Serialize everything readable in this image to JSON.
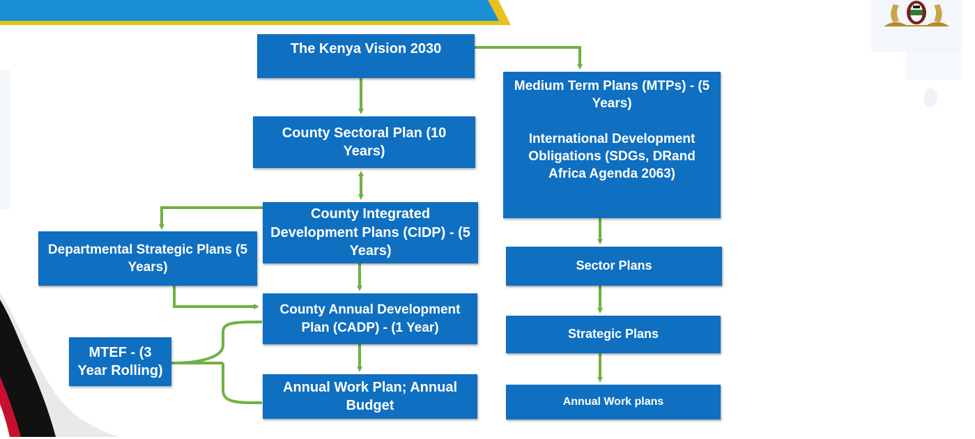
{
  "colors": {
    "box_fill": "#0f6fc1",
    "box_text": "#ffffff",
    "connector": "#6fb043",
    "banner_blue": "#1a8fd6",
    "banner_gold": "#e8c21c",
    "flag_red": "#c8102e",
    "flag_black": "#111111"
  },
  "icons": {
    "emblem": "kenya-coat-of-arms-icon",
    "flag": "kenya-flag-ribbon"
  },
  "nodes": {
    "vision": "The Kenya Vision 2030",
    "sectoral_plan": "County Sectoral Plan (10 Years)",
    "cidp": "County Integrated Development Plans (CIDP) - (5 Years)",
    "departmental": "Departmental Strategic Plans (5 Years)",
    "cadp": "County Annual Development Plan (CADP) - (1 Year)",
    "mtef": "MTEF - (3 Year Rolling)",
    "annual_work_plan": "Annual Work Plan; Annual Budget",
    "mtp_title": "Medium Term Plans (MTPs) - (5 Years)",
    "mtp_obligations": "International Development Obligations (SDGs, DRand Africa Agenda 2063)",
    "sector_plans": "Sector Plans",
    "strategic_plans": "Strategic Plans",
    "annual_work_plans": "Annual Work plans"
  },
  "edges": [
    {
      "from": "vision",
      "to": "mtp_title",
      "style": "elbow-arrow"
    },
    {
      "from": "vision",
      "to": "sectoral_plan",
      "style": "arrow"
    },
    {
      "from": "sectoral_plan",
      "to": "cidp",
      "style": "double-arrow"
    },
    {
      "from": "cidp",
      "to": "departmental",
      "style": "elbow-arrow"
    },
    {
      "from": "cidp",
      "to": "cadp",
      "style": "arrow"
    },
    {
      "from": "departmental",
      "to": "cadp",
      "style": "elbow-arrow"
    },
    {
      "from": "mtef",
      "to": [
        "cadp",
        "annual_work_plan"
      ],
      "style": "brace"
    },
    {
      "from": "cadp",
      "to": "annual_work_plan",
      "style": "arrow"
    },
    {
      "from": "mtp_title",
      "to": "sector_plans",
      "style": "arrow"
    },
    {
      "from": "sector_plans",
      "to": "strategic_plans",
      "style": "arrow"
    },
    {
      "from": "strategic_plans",
      "to": "annual_work_plans",
      "style": "arrow"
    }
  ]
}
